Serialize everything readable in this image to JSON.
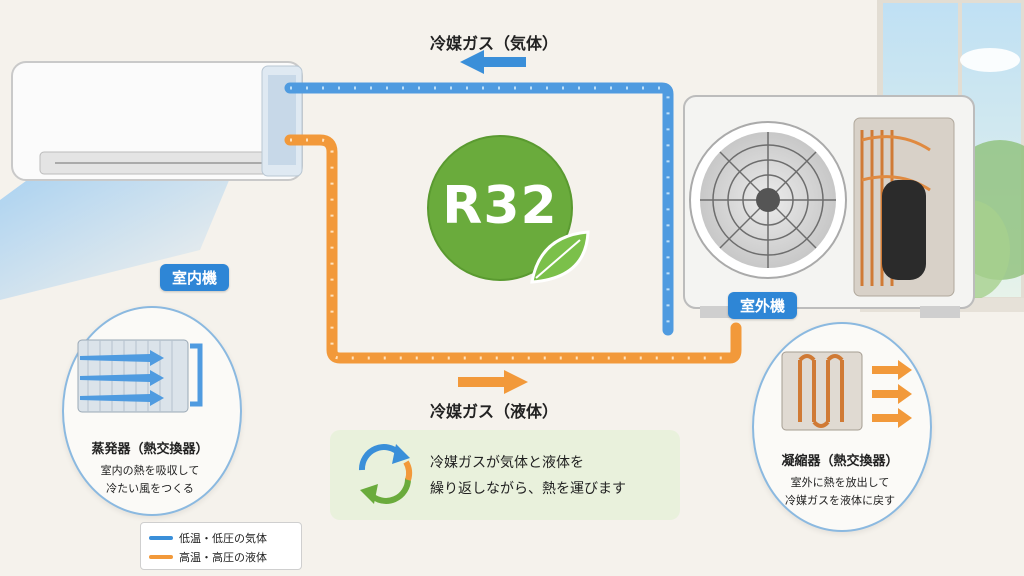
{
  "refrigerant": {
    "name": "R32"
  },
  "flow_labels": {
    "gas": "冷媒ガス（気体）",
    "liquid": "冷媒ガス（液体）"
  },
  "indoor": {
    "tag": "室内機",
    "component_title": "蒸発器（熱交換器）",
    "description_line1": "室内の熱を吸収して",
    "description_line2": "冷たい風をつくる"
  },
  "outdoor": {
    "tag": "室外機",
    "component_title": "凝縮器（熱交換器）",
    "description_line1": "室外に熱を放出して",
    "description_line2": "冷媒ガスを液体に戻す"
  },
  "cycle": {
    "line1": "冷媒ガスが気体と液体を",
    "line2": "繰り返しながら、熱を運びます"
  },
  "legend": {
    "items": [
      {
        "label": "低温・低圧の気体",
        "color": "#3a8fd9"
      },
      {
        "label": "高温・高圧の液体",
        "color": "#f2993a"
      }
    ]
  },
  "colors": {
    "gas_pipe": "#4f9be0",
    "liquid_pipe": "#f2993a",
    "r32_badge": "#6aab3c",
    "tag_blue": "#2e86d6",
    "wall": "#f5f2ec"
  }
}
